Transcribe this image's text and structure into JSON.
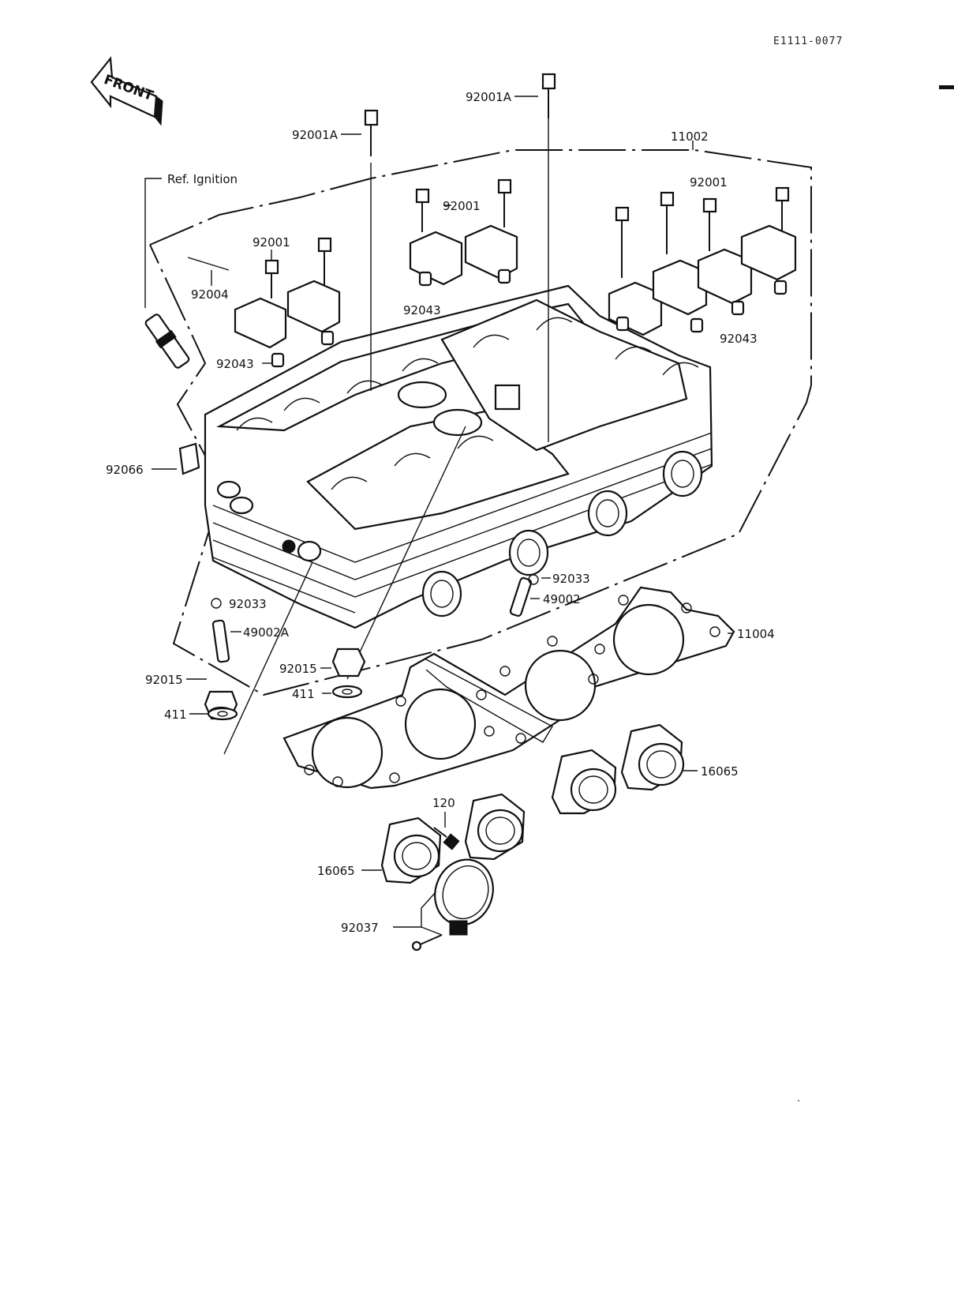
{
  "diagram_code": "E1111-0077",
  "front_label": "FRONT",
  "ref_ignition": "Ref. Ignition",
  "labels": {
    "p92001A_top": "92001A",
    "p92001A_left": "92001A",
    "p11002": "11002",
    "p92001_right": "92001",
    "p92001_center": "92001",
    "p92001_left": "92001",
    "p92004": "92004",
    "p92043_center": "92043",
    "p92043_left": "92043",
    "p92043_right": "92043",
    "p92066": "92066",
    "p92033_right": "92033",
    "p49002": "49002",
    "p92033_left": "92033",
    "p49002A": "49002A",
    "p11004": "11004",
    "p92015_left": "92015",
    "p92015_center": "92015",
    "p411_left": "411",
    "p411_center": "411",
    "p16065_right": "16065",
    "p120": "120",
    "p16065_left": "16065",
    "p92037": "92037"
  }
}
